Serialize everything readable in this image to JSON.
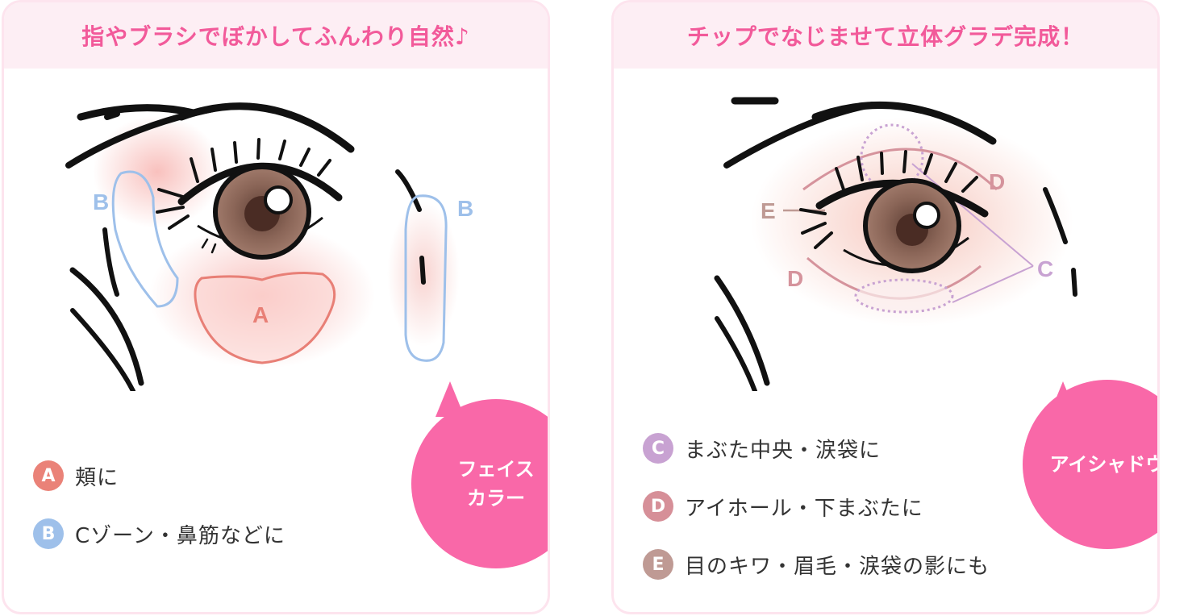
{
  "left_panel": {
    "title": "指やブラシでぼかしてふんわり自然♪",
    "bubble": "フェイス\nカラー",
    "marks": {
      "a": "A",
      "b1": "B",
      "b2": "B"
    },
    "legend": [
      {
        "badge": "A",
        "text": "頬に",
        "color": "#ea8278"
      },
      {
        "badge": "B",
        "text": "Cゾーン・鼻筋などに",
        "color": "#9ec0ea"
      }
    ]
  },
  "right_panel": {
    "title": "チップでなじませて立体グラデ完成！",
    "bubble": "アイシャドウ",
    "marks": {
      "d1": "D",
      "d2": "D",
      "e": "E",
      "c": "C"
    },
    "legend": [
      {
        "badge": "C",
        "text": "まぶた中央・涙袋に",
        "color": "#c8a2d2"
      },
      {
        "badge": "D",
        "text": "アイホール・下まぶたに",
        "color": "#d68f98"
      },
      {
        "badge": "E",
        "text": "目のキワ・眉毛・涙袋の影にも",
        "color": "#bf9a94"
      }
    ]
  }
}
